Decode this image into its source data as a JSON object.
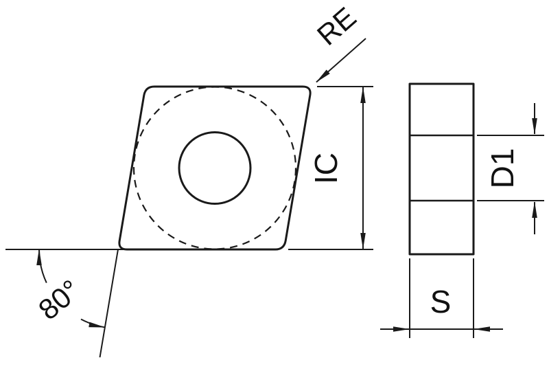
{
  "drawing": {
    "front_view": {
      "corner_radius_label": "RE",
      "inscribed_circle_label": "IC",
      "corner_angle_label": "80°"
    },
    "side_view": {
      "hole_diameter_label": "D1",
      "thickness_label": "S"
    },
    "colors": {
      "insert_fill": "#d4d4d4",
      "line_color": "#1a1a1a",
      "hole_fill": "#ffffff"
    }
  }
}
